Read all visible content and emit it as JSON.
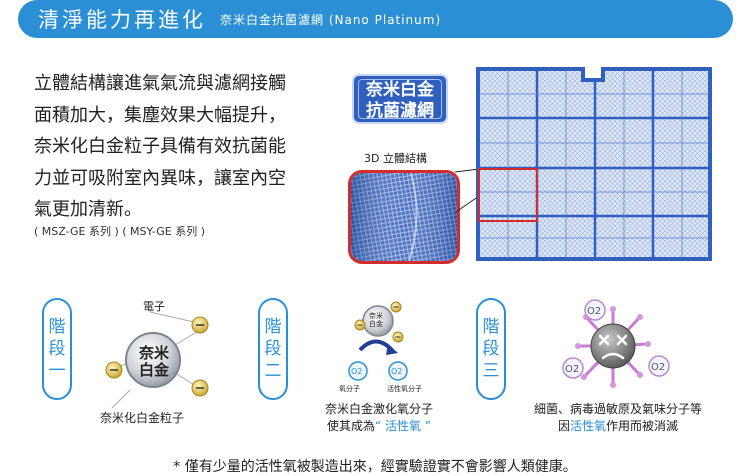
{
  "banner": {
    "title": "清淨能力再進化",
    "subtitle": "奈米白金抗菌濾網 (Nano Platinum)"
  },
  "intro": {
    "lines": [
      "立體結構讓進氣氣流與濾網接觸",
      "面積加大，集塵效果大幅提升，",
      "奈米化白金粒子具備有效抗菌能",
      "力並可吸附室內異味，讓室內空",
      "氣更加清新。"
    ],
    "models": "( MSZ-GE 系列 ) ( MSY-GE 系列 )"
  },
  "badge": {
    "line1": "奈米白金",
    "line2": "抗菌濾網"
  },
  "structure_label": "3D 立體結構",
  "stages": [
    {
      "label": "階段一",
      "chars": [
        "階",
        "段",
        "一"
      ],
      "electron_label": "電子",
      "particle_label": [
        "奈米",
        "白金"
      ],
      "caption": "奈米化白金粒子"
    },
    {
      "label": "階段二",
      "chars": [
        "階",
        "段",
        "二"
      ],
      "mini_label": [
        "奈米",
        "白金"
      ],
      "molecule": "氧分子",
      "active": "活性氧分子",
      "o2": "O2",
      "caption_line1": "奈米白金激化氧分子",
      "caption_pre": "使其成為",
      "caption_hl": "“ 活性氧 ”"
    },
    {
      "label": "階段三",
      "chars": [
        "階",
        "段",
        "三"
      ],
      "o2": "O2",
      "caption_line1": "細菌、病毒過敏原及氣味分子等",
      "caption_pre": "因",
      "caption_hl": "活性氧",
      "caption_post": "作用而被消滅"
    }
  ],
  "footnote": "* 僅有少量的活性氧被製造出來，經實驗證實不會影響人類健康。",
  "colors": {
    "accent": "#2b8fd6",
    "badge": "#2f5fbf",
    "red": "#d62b2b",
    "particle": "#c9a227"
  }
}
